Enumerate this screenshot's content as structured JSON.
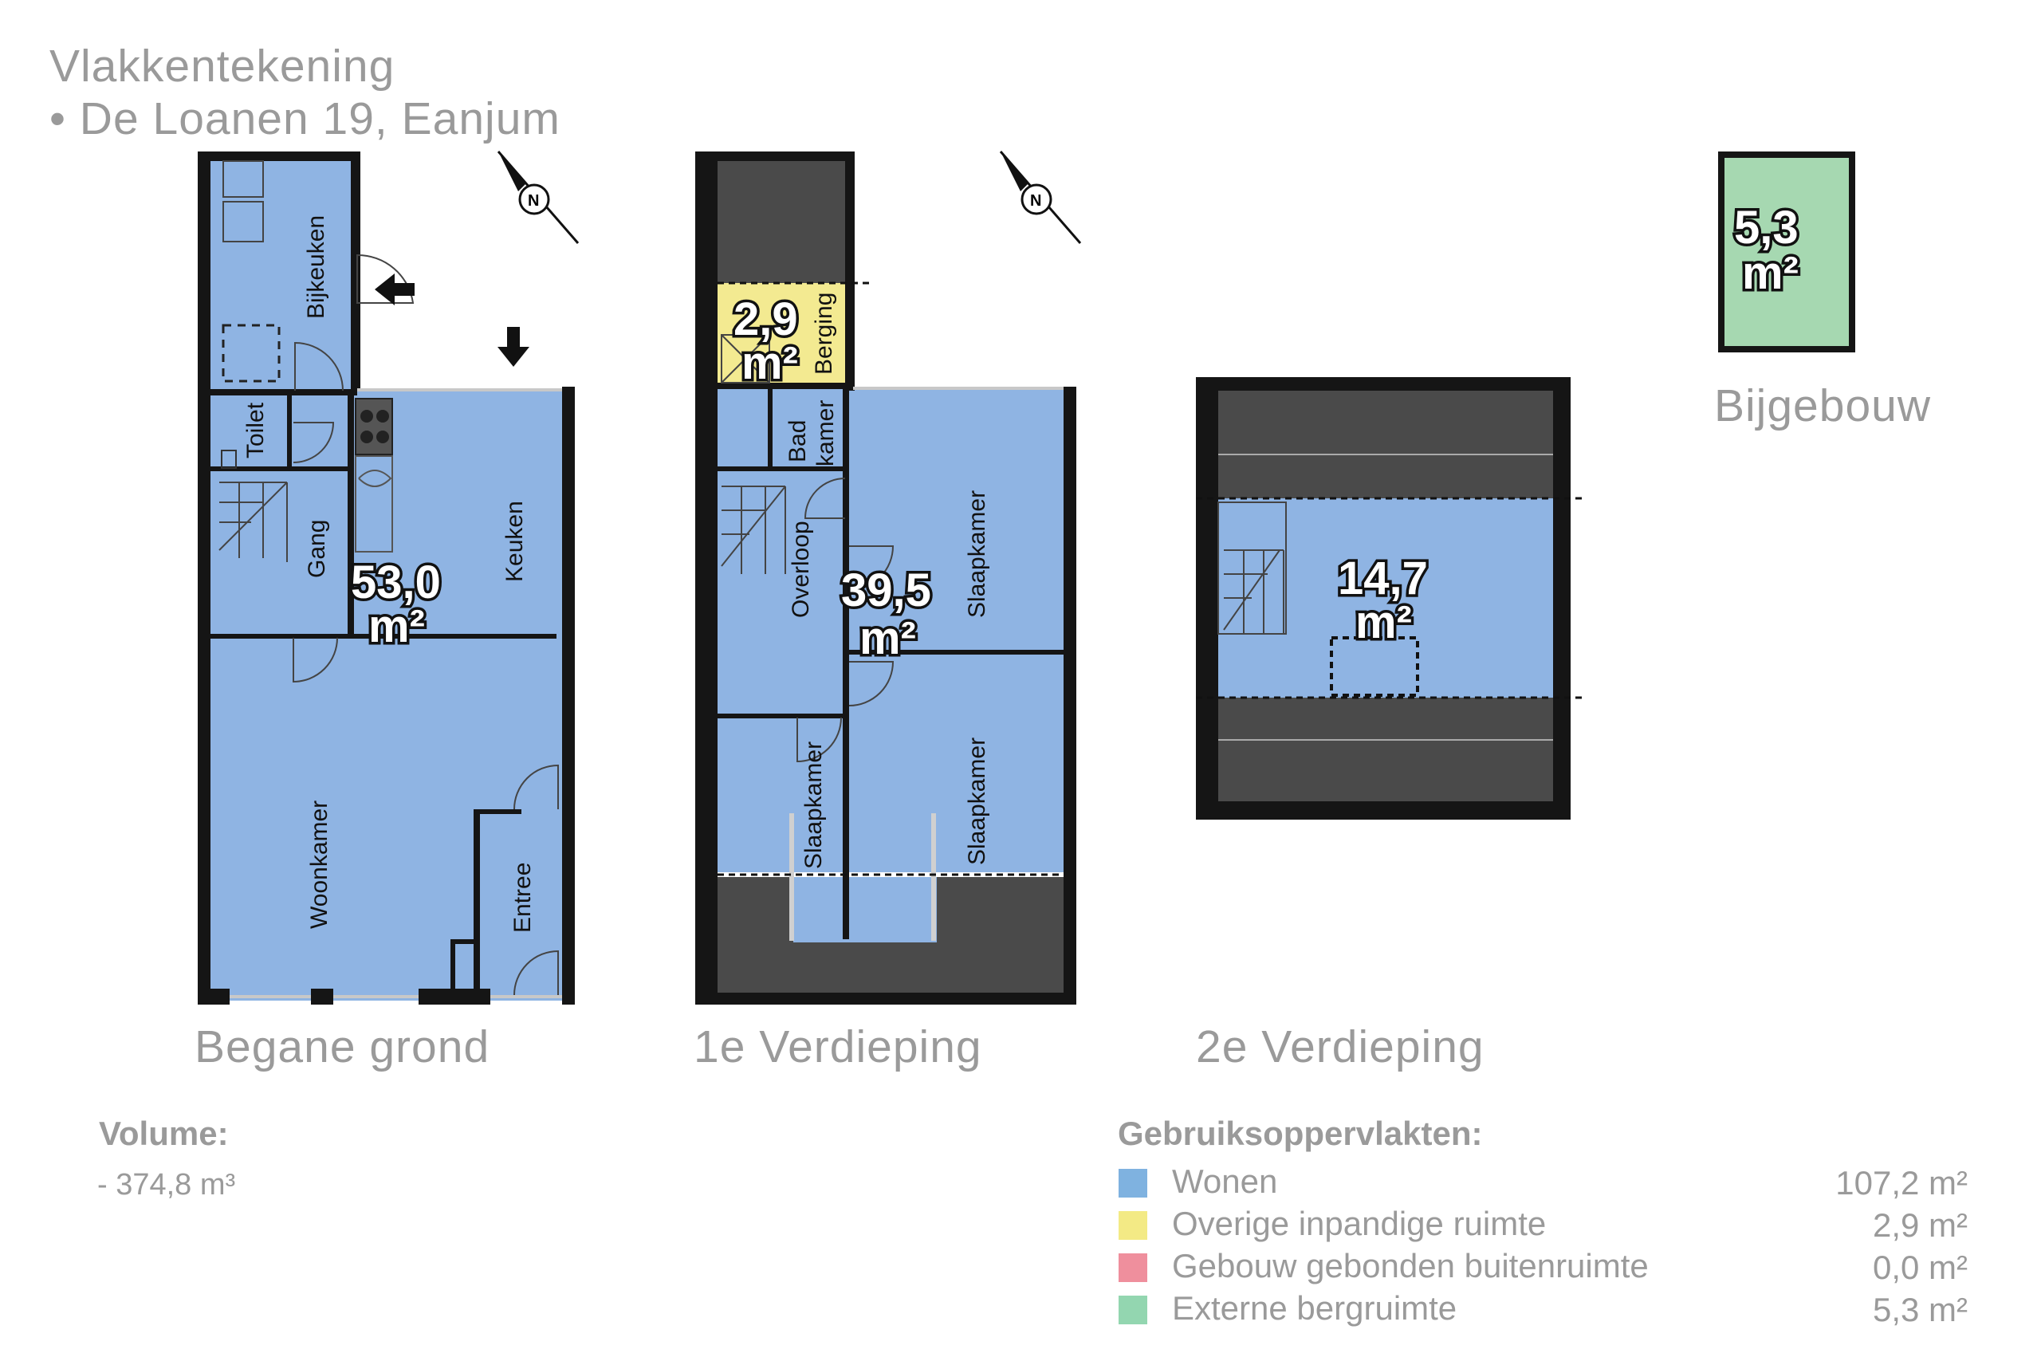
{
  "header": {
    "title": "Vlakkentekening",
    "address": "• De Loanen 19, Eanjum"
  },
  "floors": {
    "ground": {
      "label": "Begane grond",
      "area": "53,0",
      "unit": "m²",
      "rooms": {
        "bijkeuken": "Bijkeuken",
        "toilet": "Toilet",
        "gang": "Gang",
        "keuken": "Keuken",
        "woonkamer": "Woonkamer",
        "entree": "Entree"
      }
    },
    "first": {
      "label": "1e Verdieping",
      "area": "39,5",
      "unit": "m²",
      "storage_area": "2,9",
      "rooms": {
        "berging": "Berging",
        "badkamer_1": "Bad",
        "badkamer_2": "kamer",
        "overloop": "Overloop",
        "slaapkamer_1": "Slaapkamer",
        "slaapkamer_2": "Slaapkamer",
        "slaapkamer_3": "Slaapkamer"
      }
    },
    "second": {
      "label": "2e Verdieping",
      "area": "14,7",
      "unit": "m²"
    },
    "annex": {
      "label": "Bijgebouw",
      "area": "5,3",
      "unit": "m²"
    }
  },
  "volume": {
    "heading": "Volume:",
    "value": "- 374,8 m³"
  },
  "legend": {
    "heading": "Gebruiksoppervlakten:",
    "items": [
      {
        "label": "Wonen",
        "value": "107,2 m²",
        "color": "#7fb2e0"
      },
      {
        "label": "Overige inpandige ruimte",
        "value": "2,9 m²",
        "color": "#f3ea85"
      },
      {
        "label": "Gebouw gebonden buitenruimte",
        "value": "0,0 m²",
        "color": "#ef8f9d"
      },
      {
        "label": "Externe bergruimte",
        "value": "5,3 m²",
        "color": "#93d6b0"
      }
    ]
  },
  "colors": {
    "living": "#8fb4e3",
    "storage": "#f3ea91",
    "external": "#a6d8b1",
    "wall": "#151515",
    "dark_zone": "#4a4a4a"
  }
}
